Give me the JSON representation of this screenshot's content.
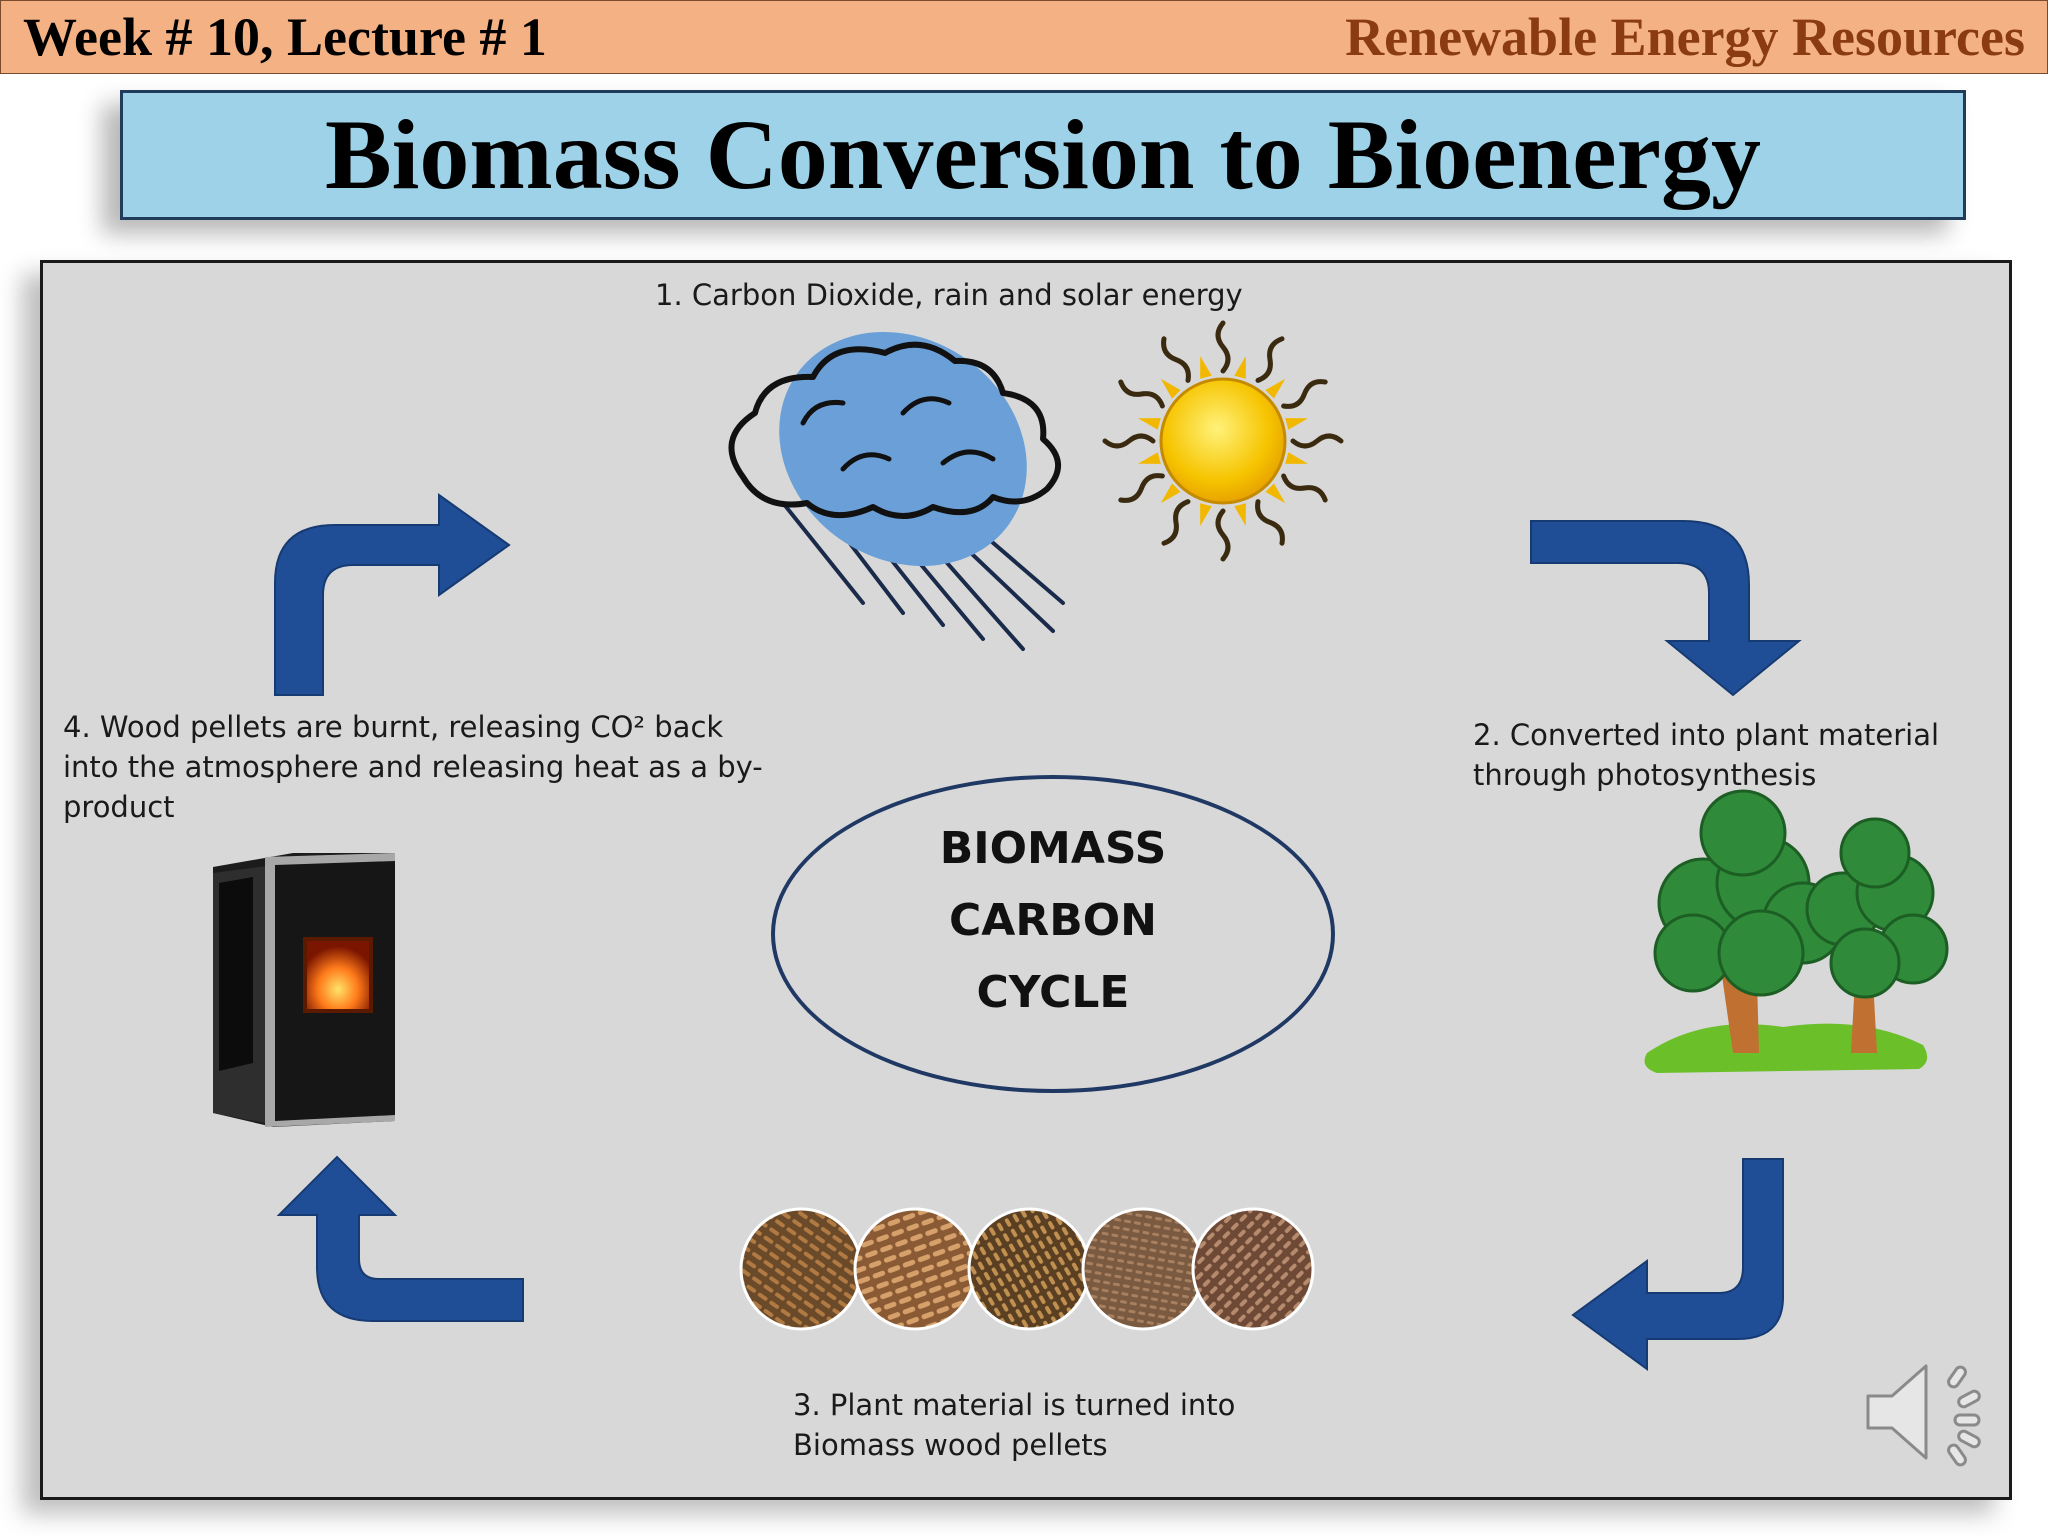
{
  "header": {
    "left": "Week # 10, Lecture # 1",
    "right": "Renewable Energy Resources"
  },
  "slide": {
    "title": "Biomass Conversion to Bioenergy"
  },
  "diagram": {
    "center_lines": [
      "BIOMASS",
      "CARBON",
      "CYCLE"
    ],
    "steps": [
      {
        "text": "1.   Carbon Dioxide, rain and solar energy",
        "icon": "rain-cloud-and-sun-icon"
      },
      {
        "text": "2.  Converted into plant material through photosynthesis",
        "icon": "trees-icon"
      },
      {
        "text": "3. Plant material is turned into Biomass wood pellets",
        "icon": "wood-pellets-icon"
      },
      {
        "text": "4. Wood pellets are burnt, releasing CO² back into the atmosphere and releasing heat as a by-product",
        "icon": "pellet-stove-icon"
      }
    ]
  },
  "colors": {
    "header_bg": "#f4b183",
    "header_right_text": "#8a3b12",
    "title_bg": "#9dd2e8",
    "panel_bg": "#d8d8d8",
    "arrow": "#1f4e96",
    "circle": "#1f3864"
  },
  "icons": {
    "audio": "speaker-icon"
  }
}
